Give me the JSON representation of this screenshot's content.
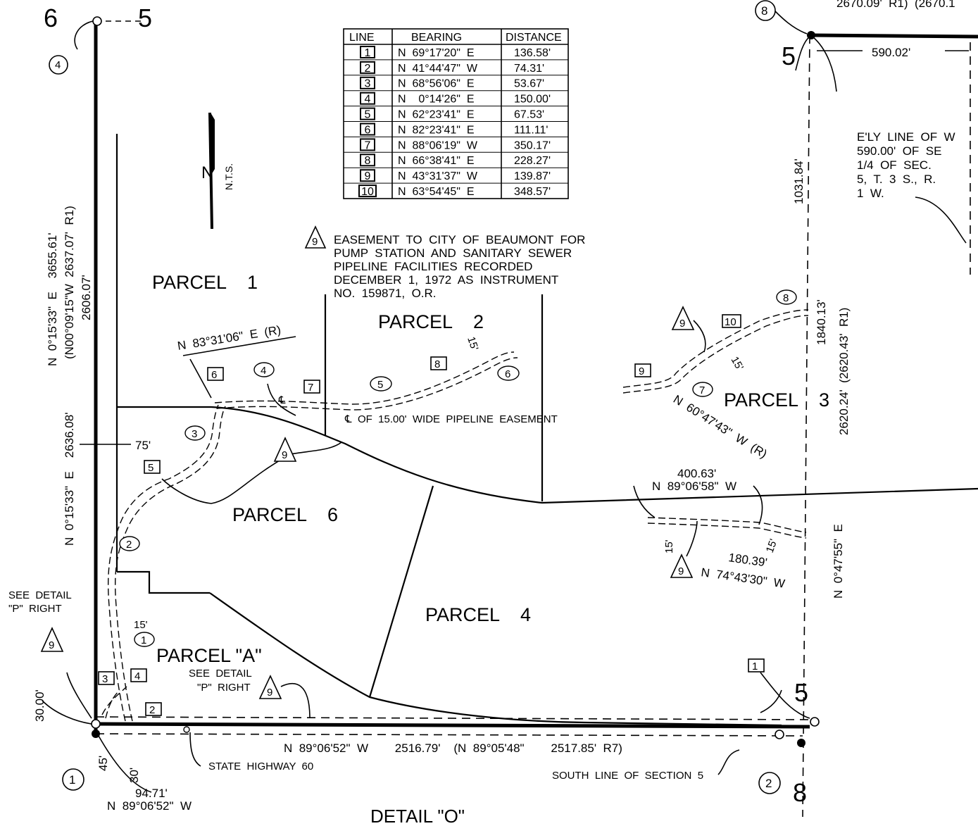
{
  "detail_title": "DETAIL \"O\"",
  "north": {
    "letter": "N",
    "note": "N.T.S."
  },
  "section_numbers": {
    "nw_left": "6",
    "nw_right": "5",
    "ne": "5",
    "se_top": "5",
    "se_bottom": "8"
  },
  "parcels": {
    "p1": "PARCEL    1",
    "p2": "PARCEL    2",
    "p3": "PARCEL    3",
    "p4": "PARCEL    4",
    "p6": "PARCEL    6",
    "pa": "PARCEL \"A\"",
    "pa_detail_1": "SEE  DETAIL",
    "pa_detail_2": "\"P\"  RIGHT"
  },
  "table": {
    "headers": [
      "LINE",
      "BEARING",
      "DISTANCE"
    ],
    "rows": [
      {
        "line": "1",
        "bearing": "N  69°17'20\"  E",
        "distance": "136.58'"
      },
      {
        "line": "2",
        "bearing": "N  41°44'47\"  W",
        "distance": "74.31'"
      },
      {
        "line": "3",
        "bearing": "N  68°56'06\"  E",
        "distance": "53.67'"
      },
      {
        "line": "4",
        "bearing": "N    0°14'26\"  E",
        "distance": "150.00'"
      },
      {
        "line": "5",
        "bearing": "N  62°23'41\"  E",
        "distance": "67.53'"
      },
      {
        "line": "6",
        "bearing": "N  82°23'41\"  E",
        "distance": "111.11'"
      },
      {
        "line": "7",
        "bearing": "N  88°06'19\"  W",
        "distance": "350.17'"
      },
      {
        "line": "8",
        "bearing": "N  66°38'41\"  E",
        "distance": "228.27'"
      },
      {
        "line": "9",
        "bearing": "N  43°31'37\"  W",
        "distance": "139.87'"
      },
      {
        "line": "10",
        "bearing": "N  63°54'45\"  E",
        "distance": "348.57'"
      }
    ]
  },
  "easement_note": {
    "number": "9",
    "lines": [
      "EASEMENT  TO  CITY  OF  BEAUMONT  FOR",
      "PUMP  STATION  AND  SANITARY  SEWER",
      "PIPELINE  FACILITIES  RECORDED",
      "DECEMBER  1,  1972  AS  INSTRUMENT",
      "NO.  159871,  O.R."
    ]
  },
  "west_line": {
    "upper_1": "N  0°15'33\"  E    3655.61'",
    "upper_2": "(N00°09'15\"W  2637.07'  R1)",
    "upper_3": "2606.07'",
    "lower": "N  0°15'33\"  E    2636.08'"
  },
  "labels": {
    "top_right": "2670.09'  R1)  (2670.1",
    "dist_590": "590.02'",
    "dist_1031": "1031.84'",
    "ely_1": "E'LY  LINE  OF  W",
    "ely_2": "590.00'  OF  SE",
    "ely_3": "1/4  OF  SEC.",
    "ely_4": "5,  T.  3  S.,  R.",
    "ely_5": "1  W.",
    "dist_1840": "1840.13'",
    "east_line": "2620.24'  (2620.43'  R1)",
    "bearing_n83": "N  83°31'06\"  E  (R)",
    "bearing_n60": "N  60°47'43\"  W  (R)",
    "centerline": "℄  OF  15.00'  WIDE  PIPELINE  EASEMENT",
    "cl_short": "℄",
    "fifteen": "15'",
    "seventyfive": "75'",
    "dist_400": "400.63'",
    "bearing_400": "N  89°06'58\"  W",
    "dist_180": "180.39'",
    "bearing_180": "N  74°43'30\"  W",
    "bearing_047": "N  0°47'55\"  E",
    "see_detail_1": "SEE  DETAIL",
    "see_detail_2": "\"P\"  RIGHT",
    "south_bearing": "N  89°06'52\"  W        2516.79'    (N  89°05'48\"        2517.85'  R7)",
    "state_hwy": "STATE  HIGHWAY  60",
    "south_line": "SOUTH  LINE  OF  SECTION  5",
    "thirty_top": "30.00'",
    "fortyfive": "45'",
    "thirty": "30'",
    "dist_94": "94.71'",
    "bearing_94": "N  89°06'52\"  W"
  },
  "callouts": {
    "c1": "1",
    "c2": "2",
    "c3": "3",
    "c4": "4",
    "c5": "5",
    "c6": "6",
    "c7": "7",
    "c8": "8"
  }
}
